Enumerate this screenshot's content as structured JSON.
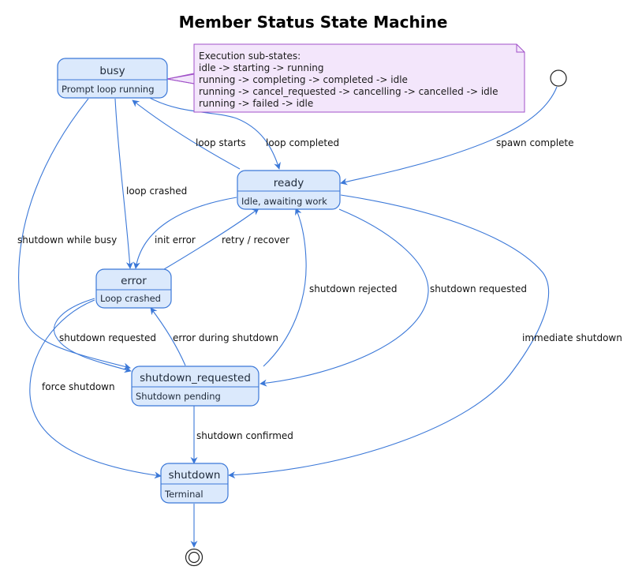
{
  "title": "Member Status State Machine",
  "colors": {
    "state_fill": "#dbe9fc",
    "state_border": "#3b78d8",
    "edge": "#3b78d8",
    "note_fill": "#f3e6fb",
    "note_border": "#a050c8"
  },
  "states": {
    "busy": {
      "name": "busy",
      "description": "Prompt loop running"
    },
    "ready": {
      "name": "ready",
      "description": "Idle, awaiting work"
    },
    "error": {
      "name": "error",
      "description": "Loop crashed"
    },
    "shutdown_requested": {
      "name": "shutdown_requested",
      "description": "Shutdown pending"
    },
    "shutdown": {
      "name": "shutdown",
      "description": "Terminal"
    }
  },
  "note": {
    "attached_to": "busy",
    "lines": [
      "Execution sub-states:",
      "idle -> starting -> running",
      "running -> completing -> completed -> idle",
      "running -> cancel_requested -> cancelling -> cancelled -> idle",
      "running -> failed -> idle"
    ]
  },
  "transitions": [
    {
      "from": "initial",
      "to": "ready",
      "label": "spawn complete"
    },
    {
      "from": "ready",
      "to": "busy",
      "label": "loop starts"
    },
    {
      "from": "busy",
      "to": "ready",
      "label": "loop completed"
    },
    {
      "from": "busy",
      "to": "error",
      "label": "loop crashed"
    },
    {
      "from": "busy",
      "to": "shutdown_requested",
      "label": "shutdown while busy"
    },
    {
      "from": "ready",
      "to": "error",
      "label": "init error"
    },
    {
      "from": "error",
      "to": "ready",
      "label": "retry / recover"
    },
    {
      "from": "shutdown_requested",
      "to": "ready",
      "label": "shutdown rejected"
    },
    {
      "from": "ready",
      "to": "shutdown_requested",
      "label": "shutdown requested"
    },
    {
      "from": "ready",
      "to": "shutdown",
      "label": "immediate shutdown"
    },
    {
      "from": "error",
      "to": "shutdown_requested",
      "label": "shutdown requested"
    },
    {
      "from": "shutdown_requested",
      "to": "error",
      "label": "error during shutdown"
    },
    {
      "from": "error",
      "to": "shutdown",
      "label": "force shutdown"
    },
    {
      "from": "shutdown_requested",
      "to": "shutdown",
      "label": "shutdown confirmed"
    },
    {
      "from": "shutdown",
      "to": "final",
      "label": ""
    }
  ]
}
